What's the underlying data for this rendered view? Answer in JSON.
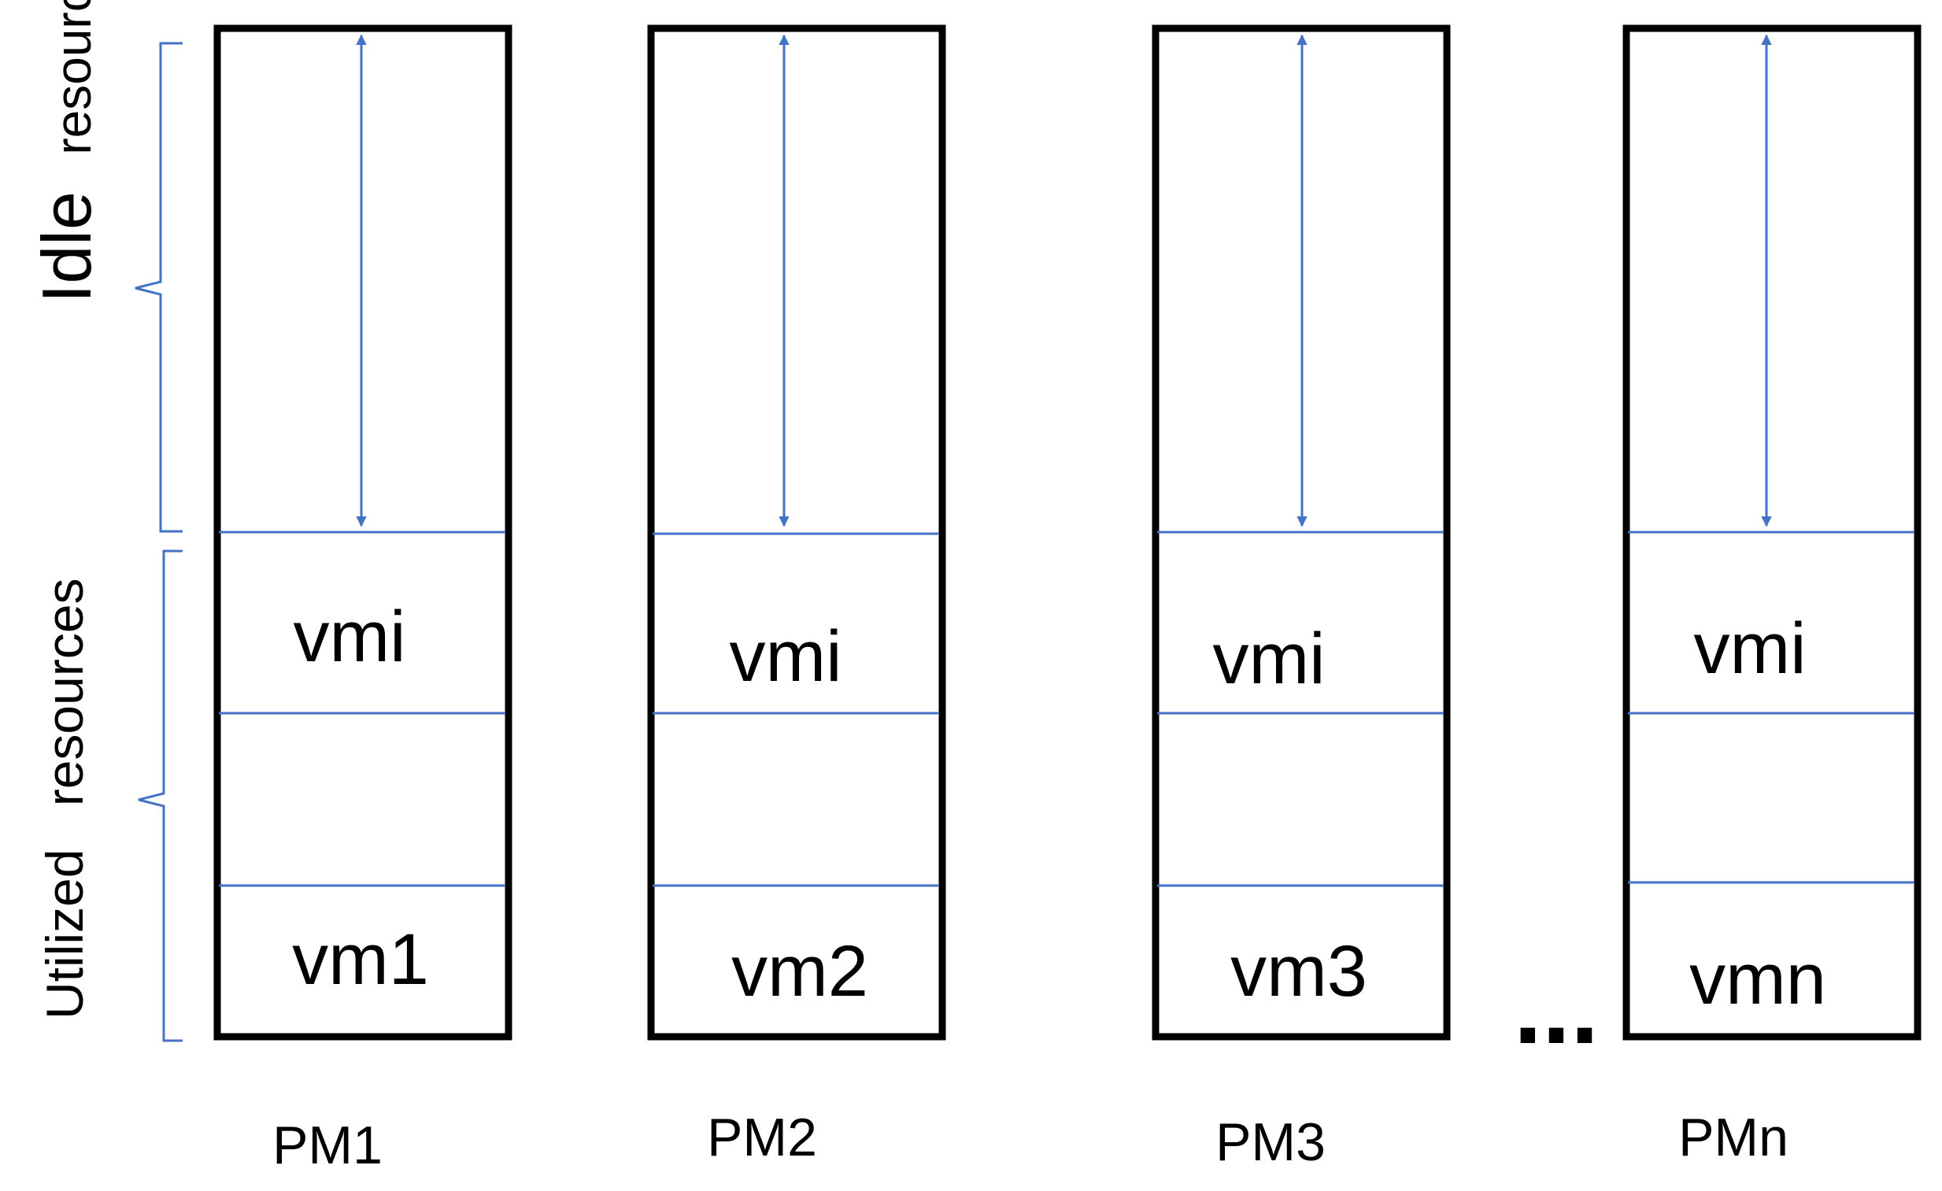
{
  "diagram": {
    "side_labels": {
      "idle": {
        "big": "Idle",
        "small": "resources"
      },
      "utilized": {
        "first": "Utilized",
        "second": "resources"
      }
    },
    "ellipsis": "...",
    "machines": [
      {
        "pm": "PM1",
        "vm_top": "vmi",
        "vm_bottom": "vm1"
      },
      {
        "pm": "PM2",
        "vm_top": "vmi",
        "vm_bottom": "vm2"
      },
      {
        "pm": "PM3",
        "vm_top": "vmi",
        "vm_bottom": "vm3"
      },
      {
        "pm": "PMn",
        "vm_top": "vmi",
        "vm_bottom": "vmn"
      }
    ],
    "colors": {
      "frame": "#000000",
      "line": "#4472C4"
    }
  }
}
